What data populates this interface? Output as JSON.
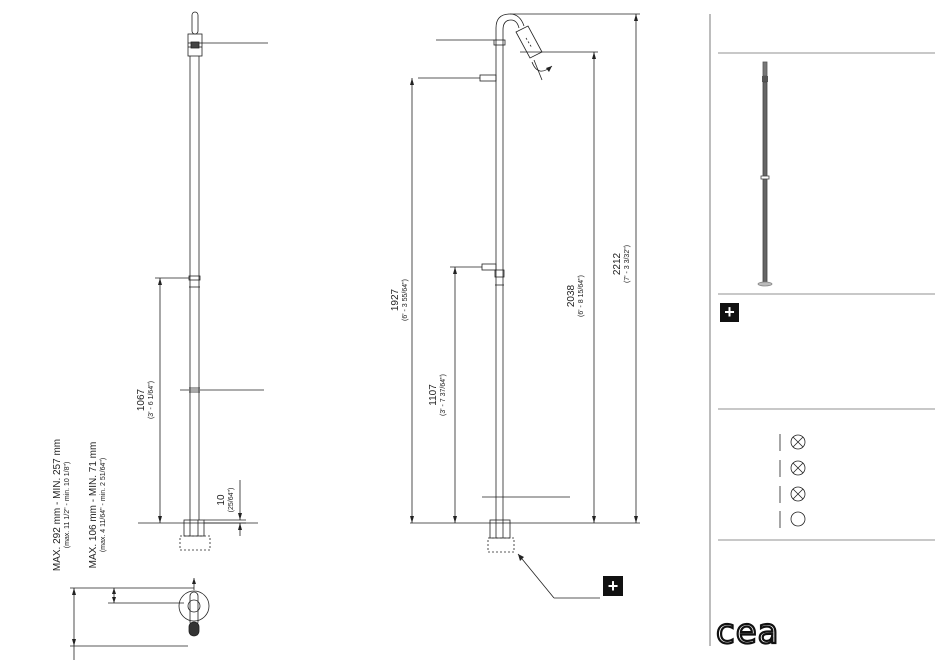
{
  "dimensions": {
    "d1067": {
      "mm": "1067",
      "imperial": "(3' - 6 1/64\")"
    },
    "d10": {
      "mm": "10",
      "imperial": "(25/64\")"
    },
    "d1927": {
      "mm": "1927",
      "imperial": "(6' - 3 55/64\")"
    },
    "d1107": {
      "mm": "1107",
      "imperial": "(3' - 7 37/64\")"
    },
    "d2038": {
      "mm": "2038",
      "imperial": "(6' - 8 15/64\")"
    },
    "d2212": {
      "mm": "2212",
      "imperial": "(7' - 3 3/32\")"
    }
  },
  "range_labels": {
    "max292": {
      "main": "MAX. 292 mm - MIN. 257 mm",
      "sub": "(max. 11 1/2\" - min. 10 1/8\")"
    },
    "max106": {
      "main": "MAX. 106 mm - MIN. 71 mm",
      "sub": "(max. 4 11/64\" - min. 2 51/64\")"
    }
  },
  "brand": {
    "logo_text": "cea"
  },
  "symbols": {
    "plus": "+",
    "crossed_circle_count": 3,
    "empty_circle_count": 1
  },
  "colors": {
    "line": "#222222",
    "fill": "#111111",
    "background": "#ffffff"
  }
}
